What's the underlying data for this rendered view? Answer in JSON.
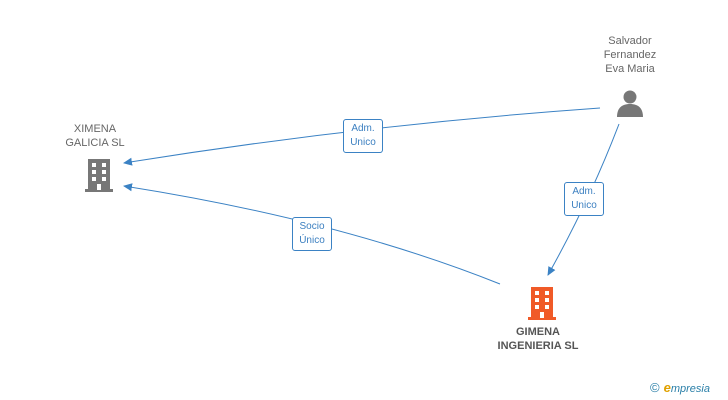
{
  "nodes": {
    "person": {
      "lines": [
        "Salvador",
        "Fernandez",
        "Eva Maria"
      ],
      "icon": "person-icon",
      "color": "#777777"
    },
    "ximena": {
      "lines": [
        "XIMENA",
        "GALICIA SL"
      ],
      "icon": "building-icon",
      "color": "#777777"
    },
    "gimena": {
      "lines": [
        "GIMENA",
        "INGENIERIA SL"
      ],
      "icon": "building-icon",
      "color": "#f05a28"
    }
  },
  "edges": {
    "person_to_ximena": {
      "lines": [
        "Adm.",
        "Unico"
      ]
    },
    "person_to_gimena": {
      "lines": [
        "Adm.",
        "Unico"
      ]
    },
    "gimena_to_ximena": {
      "lines": [
        "Socio",
        "Único"
      ]
    }
  },
  "colors": {
    "edge": "#3b82c4"
  },
  "brand": {
    "copyright": "©",
    "e": "e",
    "rest": "mpresia"
  }
}
